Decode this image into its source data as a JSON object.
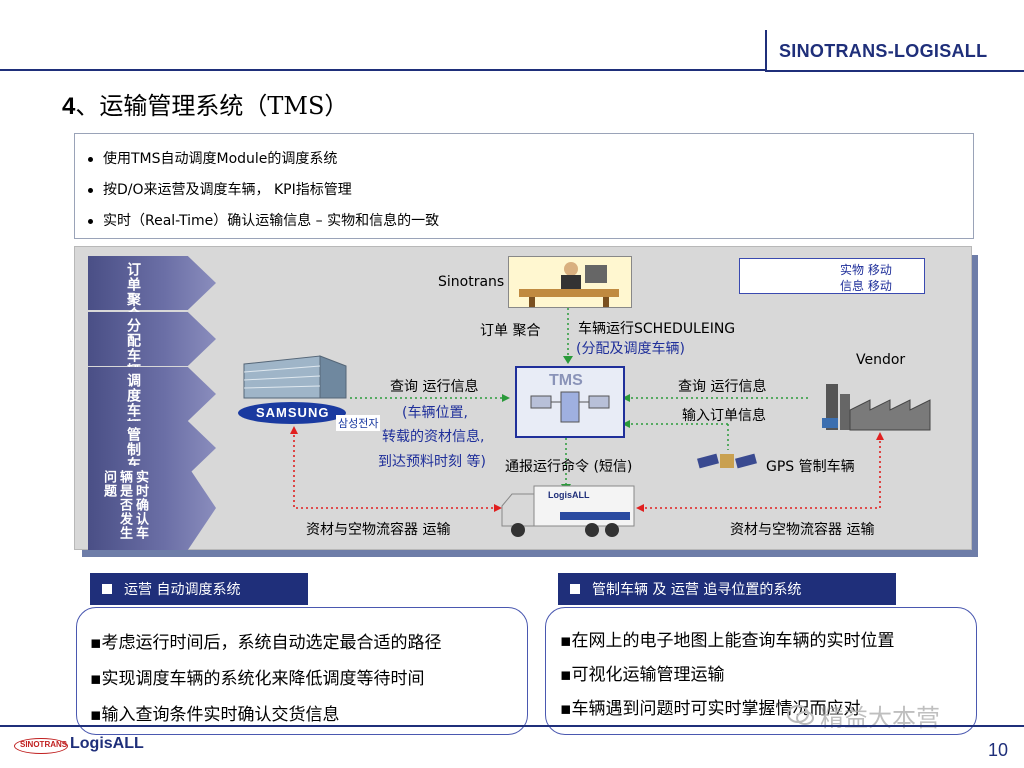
{
  "header": {
    "brand": "SINOTRANS-LOGISALL"
  },
  "title": {
    "num": "4",
    "text": "、运输管理系统（TMS）"
  },
  "bullets": [
    "使用TMS自动调度Module的调度系统",
    "按D/O来运营及调度车辆， KPI指标管理",
    "实时（Real-Time）确认运输信息 – 实物和信息的一致"
  ],
  "stages": [
    "订单聚合",
    "分配车辆",
    "调度车辆",
    "管制车辆",
    "实时确认车辆是否发生问题"
  ],
  "diagram": {
    "sinotrans": "Sinotrans",
    "vendor": "Vendor",
    "tms": "TMS",
    "samsung": "SAMSUNG",
    "samsung_kr": "삼성전자",
    "truck_logo": "LogisALL",
    "order_merge": "订单 聚合",
    "schedule": "车辆运行SCHEDULEING",
    "schedule_sub": "(分配及调度车辆)",
    "query_left": "查询 运行信息",
    "query_left_sub1": "(车辆位置,",
    "query_left_sub2": "转载的资材信息,",
    "query_left_sub3": "到达预料时刻 等)",
    "query_right": "查询 运行信息",
    "input_order": "输入订单信息",
    "notify": "通报运行命令 (短信)",
    "gps": "GPS 管制车辆",
    "transport_left": "资材与空物流容器 运输",
    "transport_right": "资材与空物流容器 运输"
  },
  "legend": {
    "physical": "实物 移动",
    "info": "信息 移动"
  },
  "left_panel": {
    "header": "运营 自动调度系统",
    "items": [
      "▪考虑运行时间后，系统自动选定最合适的路径",
      "▪实现调度车辆的系统化来降低调度等待时间",
      "▪输入查询条件实时确认交货信息"
    ]
  },
  "right_panel": {
    "header": "管制车辆 及 运营 追寻位置的系统",
    "items": [
      "▪在网上的电子地图上能查询车辆的实时位置",
      "▪可视化运输管理运输",
      "▪车辆遇到问题时可实时掌握情况而应对"
    ]
  },
  "watermark": "精益大本营",
  "footer": {
    "logo1": "SINOTRANS",
    "logo2": "LogisALL",
    "page": "10"
  },
  "colors": {
    "navy": "#1f2f7a",
    "red_dotted": "#e02020",
    "green_dotted": "#2a9a3a"
  }
}
